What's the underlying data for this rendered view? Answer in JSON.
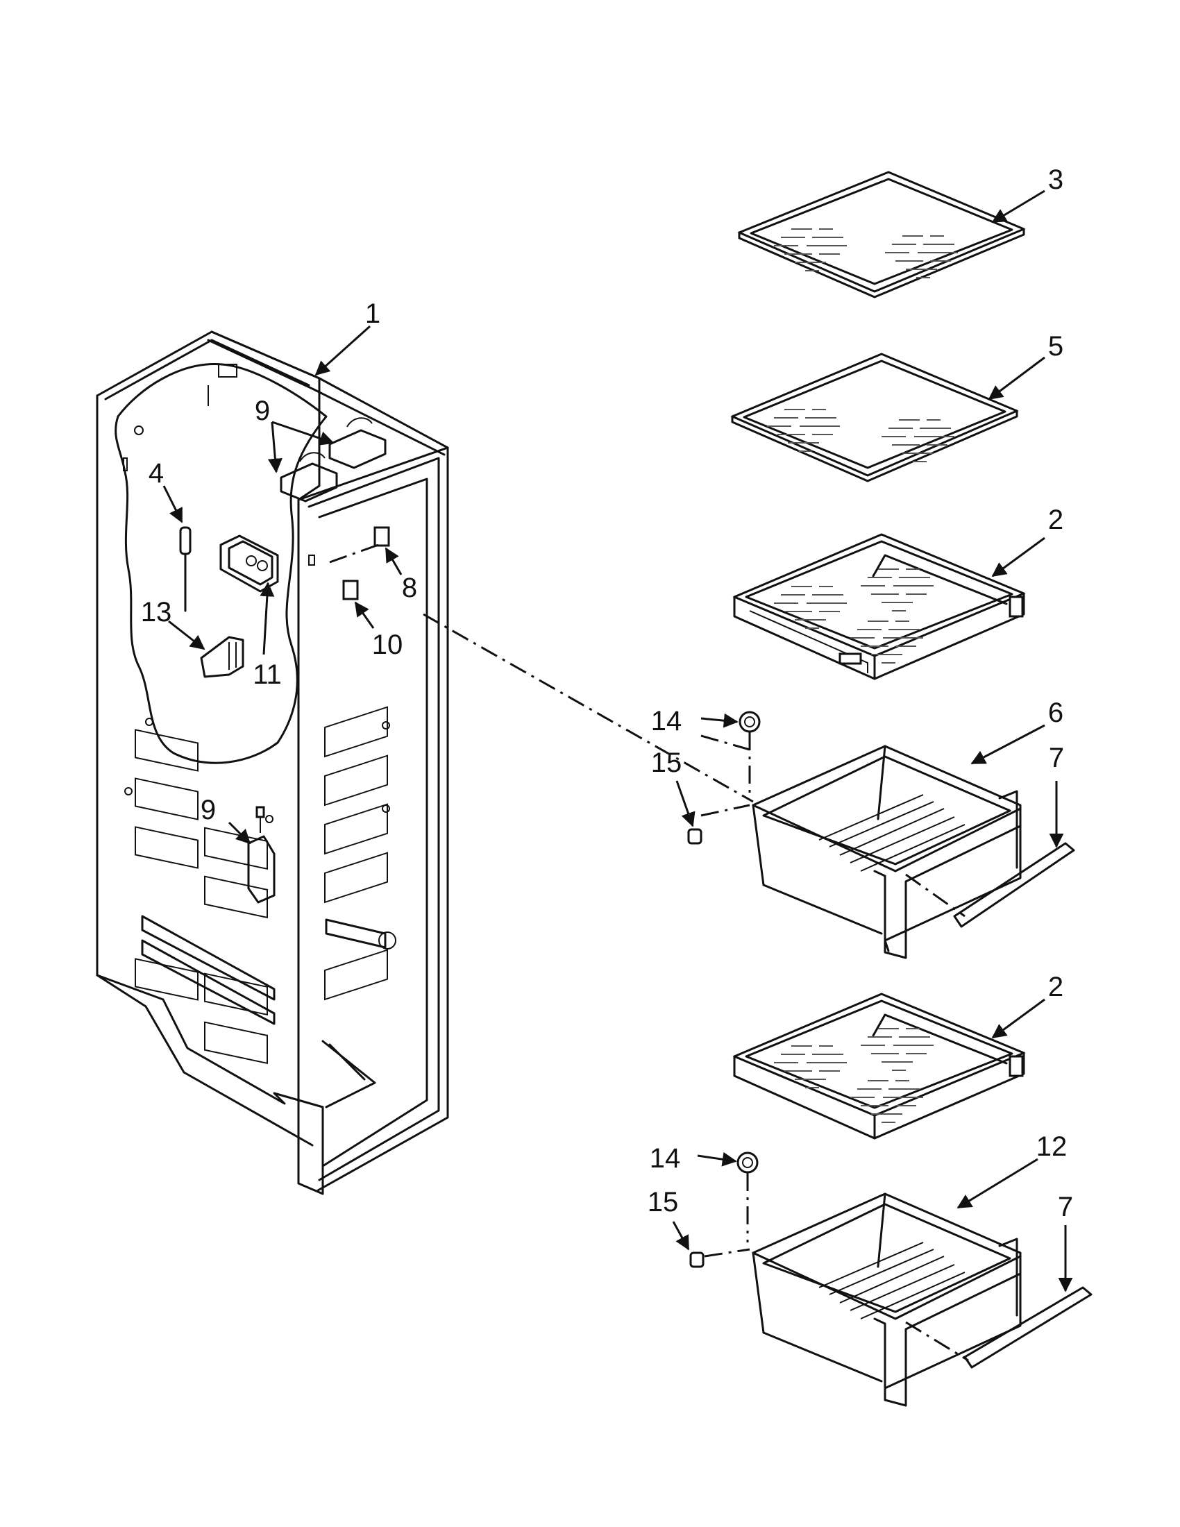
{
  "diagram": {
    "callouts": {
      "c1": "1",
      "c2a": "2",
      "c2b": "2",
      "c3": "3",
      "c4": "4",
      "c5": "5",
      "c6": "6",
      "c7a": "7",
      "c7b": "7",
      "c8": "8",
      "c9a": "9",
      "c9b": "9",
      "c10": "10",
      "c11": "11",
      "c12": "12",
      "c13": "13",
      "c14a": "14",
      "c14b": "14",
      "c15a": "15",
      "c15b": "15"
    }
  }
}
